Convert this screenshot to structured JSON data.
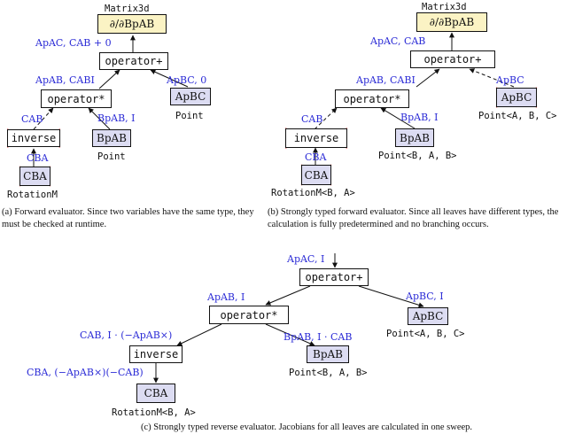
{
  "panel_a": {
    "matrix3d_label": "Matrix3d",
    "top_box": "∂/∂BpAB",
    "label_top": "ApAC, CAB + 0",
    "operator_plus": "operator+",
    "label_mul": "ApAB, CABI",
    "label_point_bc": "ApBC, 0",
    "operator_mul": "operator*",
    "point_bc_box": "ApBC",
    "point_bc_label": "Point",
    "label_inverse": "CAB",
    "label_point_ab": "BpAB, I",
    "inverse_box": "inverse",
    "point_ab_box": "BpAB",
    "point_ab_label": "Point",
    "label_rot": "CBA",
    "rot_box": "CBA",
    "rot_label": "RotationM",
    "caption": "(a) Forward evaluator. Since two variables have the same type, they must be checked at runtime."
  },
  "panel_b": {
    "matrix3d_label": "Matrix3d",
    "top_box": "∂/∂BpAB",
    "label_top": "ApAC, CAB",
    "operator_plus": "operator+",
    "label_mul": "ApAB, CABI",
    "label_point_bc": "ApBC",
    "operator_mul": "operator*",
    "point_bc_box": "ApBC",
    "point_bc_label": "Point<A, B, C>",
    "label_inverse": "CAB",
    "label_point_ab": "BpAB, I",
    "inverse_box": "inverse",
    "point_ab_box": "BpAB",
    "point_ab_label": "Point<B, A, B>",
    "label_rot": "CBA",
    "rot_box": "CBA",
    "rot_label": "RotationM<B, A>",
    "caption": "(b) Strongly typed forward evaluator. Since all leaves have different types, the calculation is fully predetermined and no branching occurs."
  },
  "panel_c": {
    "label_top": "ApAC, I",
    "operator_plus": "operator+",
    "label_mul": "ApAB, I",
    "label_point_bc": "ApBC, I",
    "operator_mul": "operator*",
    "point_bc_box": "ApBC",
    "point_bc_label": "Point<A, B, C>",
    "label_inverse": "CAB, I · (−ApAB×)",
    "label_point_ab": "BpAB, I · CAB",
    "inverse_box": "inverse",
    "point_ab_box": "BpAB",
    "point_ab_label": "Point<B, A, B>",
    "label_rot": "CBA, (−ApAB×)(−CAB)",
    "rot_box": "CBA",
    "rot_label": "RotationM<B, A>",
    "caption": "(c) Strongly typed reverse evaluator. Jacobians for all leaves are calculated in one sweep."
  }
}
